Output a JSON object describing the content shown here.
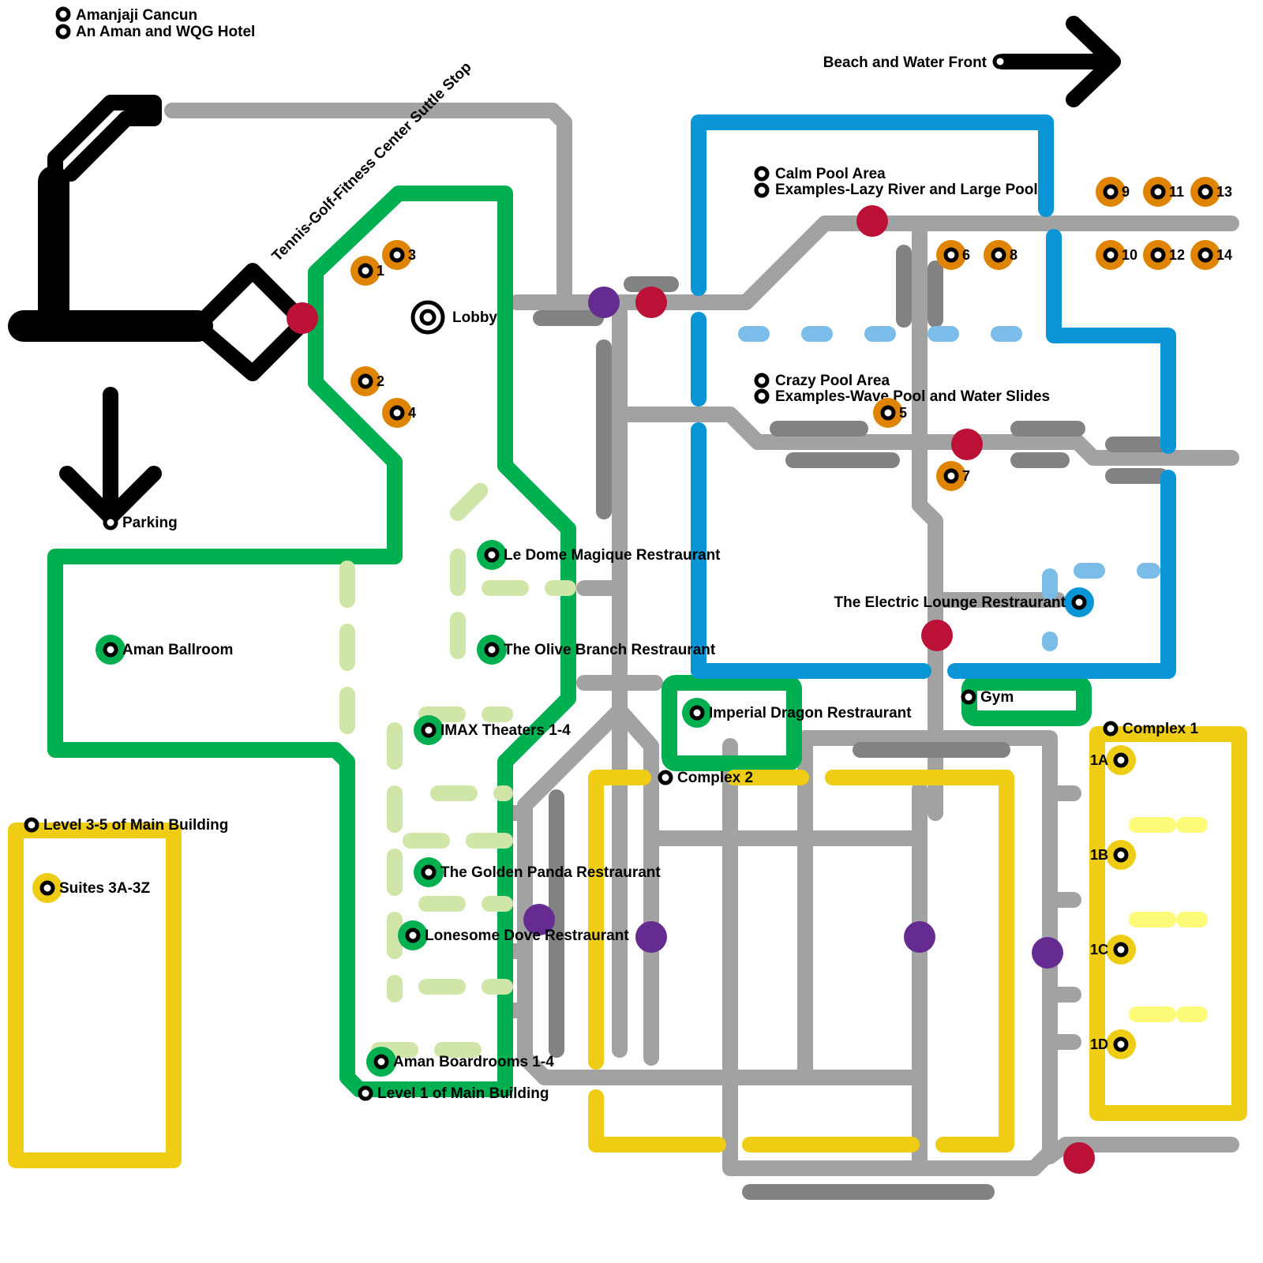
{
  "title": {
    "line1": "Amanjaji Cancun",
    "line2": "An Aman and WQG Hotel"
  },
  "colors": {
    "black_route": "#000000",
    "gray_route": "#a2a2a2",
    "dark_gray_route": "#828282",
    "green_route": "#00b050",
    "light_green_dashed": "#d0e5a8",
    "blue_route": "#0a96d6",
    "light_blue_dashed": "#7bbde8",
    "yellow_route": "#efcd15",
    "light_yellow_dashed": "#fdfb78",
    "orange_station": "#df8400",
    "red_interchange": "#bb1136",
    "purple_interchange": "#652b90"
  },
  "stations": {
    "tennis": "Tennis-Golf-Fitness Center Suttle Stop",
    "beach": "Beach and Water Front",
    "parking": "Parking",
    "lobby": "Lobby",
    "calm_pool_1": "Calm Pool Area",
    "calm_pool_2": "Examples-Lazy River and Large Pool",
    "crazy_pool_1": "Crazy Pool Area",
    "crazy_pool_2": "Examples-Wave Pool and Water Slides",
    "le_dome": "Le Dome Magique Restraurant",
    "olive_branch": "The Olive Branch Restraurant",
    "aman_ballroom": "Aman Ballroom",
    "imax": "IMAX Theaters 1-4",
    "golden_panda": "The Golden Panda Restraurant",
    "lonesome_dove": "Lonesome Dove Restraurant",
    "aman_boardrooms": "Aman Boardrooms 1-4",
    "level1": "Level 1 of Main Building",
    "level35": "Level 3-5 of Main Building",
    "suites": "Suites 3A-3Z",
    "imperial_dragon": "Imperial Dragon Restraurant",
    "complex2": "Complex 2",
    "electric_lounge": "The Electric Lounge Restraurant",
    "gym": "Gym",
    "complex1": "Complex 1"
  },
  "orange_numbers": [
    "1",
    "2",
    "3",
    "4",
    "5",
    "6",
    "7",
    "8",
    "9",
    "10",
    "11",
    "12",
    "13",
    "14"
  ],
  "complex1_units": [
    "1A",
    "1B",
    "1C",
    "1D"
  ]
}
